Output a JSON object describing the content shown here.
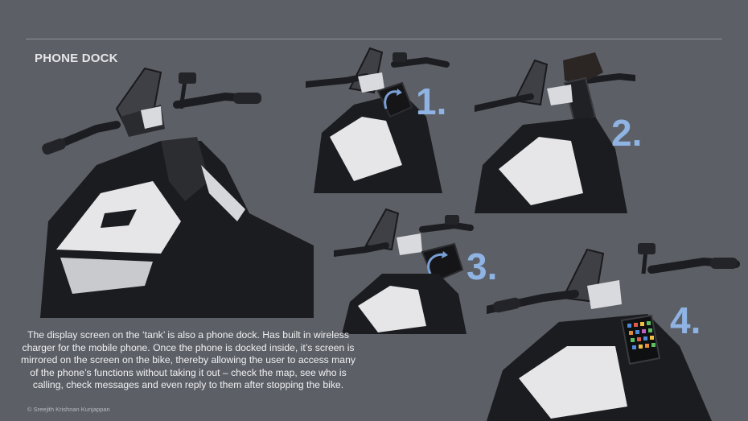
{
  "header": {
    "title": "PHONE DOCK"
  },
  "steps": [
    {
      "label": "1."
    },
    {
      "label": "2."
    },
    {
      "label": "3."
    },
    {
      "label": "4."
    }
  ],
  "description": "The display screen on the ‘tank’ is also a phone dock. Has built in wireless charger for the mobile phone. Once the phone is docked inside, it’s screen is mirrored on the screen on the bike, thereby allowing the user to access many of the phone’s functions without taking it out – check the map, see who is calling, check messages and even reply to them after stopping the bike.",
  "credit": "© Sreejith Krishnan Kunjappan",
  "colors": {
    "background": "#5c5f66",
    "accent_blue": "#8fb3e3",
    "bike_body": "#1b1c1f",
    "bike_panel": "#e6e6e9"
  }
}
